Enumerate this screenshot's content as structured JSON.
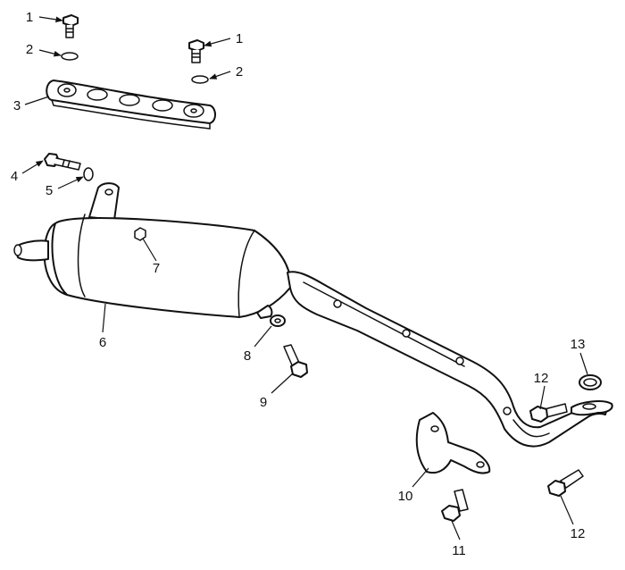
{
  "diagram": {
    "callouts": [
      {
        "label": "1"
      },
      {
        "label": "1"
      },
      {
        "label": "2"
      },
      {
        "label": "2"
      },
      {
        "label": "3"
      },
      {
        "label": "4"
      },
      {
        "label": "5"
      },
      {
        "label": "6"
      },
      {
        "label": "7"
      },
      {
        "label": "8"
      },
      {
        "label": "9"
      },
      {
        "label": "10"
      },
      {
        "label": "11"
      },
      {
        "label": "12"
      },
      {
        "label": "12"
      },
      {
        "label": "13"
      }
    ]
  }
}
